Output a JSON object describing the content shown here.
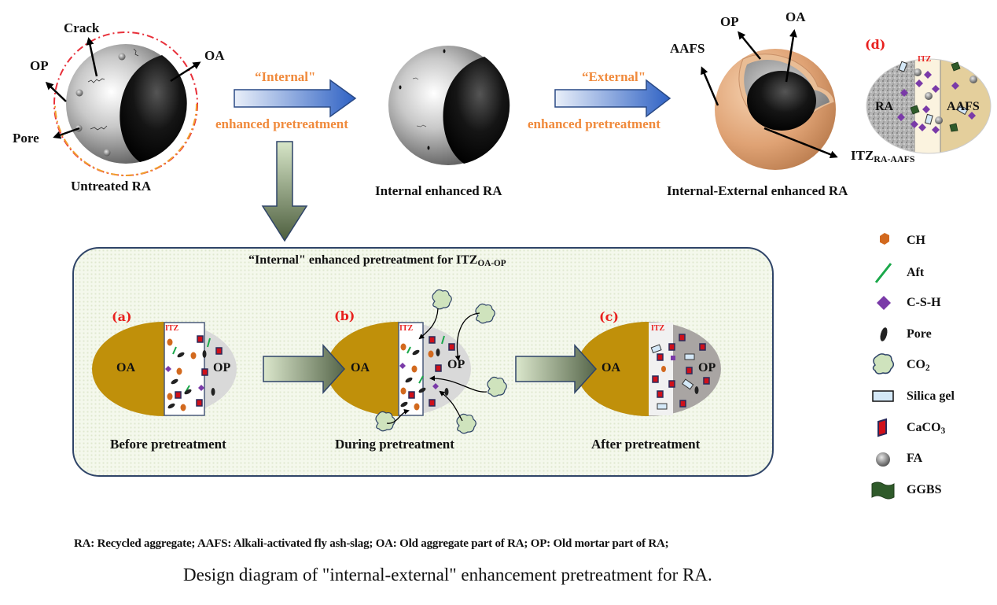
{
  "top_row": {
    "untreated": {
      "caption": "Untreated RA",
      "labels": {
        "crack": "Crack",
        "op": "OP",
        "oa": "OA",
        "pore": "Pore"
      }
    },
    "internal_arrow": {
      "top": "“Internal\"",
      "bottom": "enhanced pretreatment"
    },
    "internal_enhanced": {
      "caption": "Internal  enhanced RA"
    },
    "external_arrow": {
      "top": "“External\"",
      "bottom": "enhanced pretreatment"
    },
    "internal_external": {
      "caption": "Internal-External  enhanced RA",
      "labels": {
        "aafs": "AAFS",
        "op": "OP",
        "oa": "OA",
        "itz": "ITZ",
        "itz_sub": "RA-AAFS"
      }
    },
    "detail_d": {
      "tag": "(d)",
      "itz": "ITZ",
      "left": "RA",
      "right": "AAFS"
    }
  },
  "panel": {
    "title_main": "“Internal\"  enhanced pretreatment  for ITZ",
    "title_sub": "OA-OP",
    "stages": [
      {
        "tag": "(a)",
        "itz": "ITZ",
        "oa": "OA",
        "op": "OP",
        "caption": "Before pretreatment"
      },
      {
        "tag": "(b)",
        "itz": "ITZ",
        "oa": "OA",
        "op": "OP",
        "caption": "During  pretreatment"
      },
      {
        "tag": "(c)",
        "itz": "ITZ",
        "oa": "OA",
        "op": "OP",
        "caption": "After pretreatment"
      }
    ]
  },
  "legend": [
    {
      "icon": "ch-hexagon",
      "label": "CH",
      "sub": ""
    },
    {
      "icon": "aft-line",
      "label": "Aft",
      "sub": ""
    },
    {
      "icon": "csh-diamond",
      "label": "C-S-H",
      "sub": ""
    },
    {
      "icon": "pore-ellipse",
      "label": "Pore",
      "sub": ""
    },
    {
      "icon": "co2-cloud",
      "label": "CO",
      "sub": "2"
    },
    {
      "icon": "silica-gel-rect",
      "label": "Silica gel",
      "sub": ""
    },
    {
      "icon": "caco3-block",
      "label": "CaCO",
      "sub": "3"
    },
    {
      "icon": "fa-sphere",
      "label": "FA",
      "sub": ""
    },
    {
      "icon": "ggbs-flag",
      "label": "GGBS",
      "sub": ""
    }
  ],
  "abbreviations": "RA: Recycled aggregate; AAFS: Alkali-activated fly ash-slag; OA: Old aggregate part of RA; OP: Old mortar part of RA;",
  "figure_caption": "Design diagram of \"internal-external\" enhancement pretreatment for RA.",
  "colors": {
    "orange_text": "#f08a3c",
    "tag_red": "#e8201e",
    "oa_gold": "#c0900a",
    "op_gray": "#d9d9d9",
    "op_dark_gray": "#a9a5a3",
    "panel_border": "#2f4468",
    "aafs_tan": "#e4cf9c",
    "shell_peach": "#e0a878",
    "csh_purple": "#7a3aa8",
    "ch_orange": "#d2691e",
    "aft_green": "#1aa84a",
    "caco3_red": "#d0101a",
    "co2_green": "#cfe3bd"
  }
}
